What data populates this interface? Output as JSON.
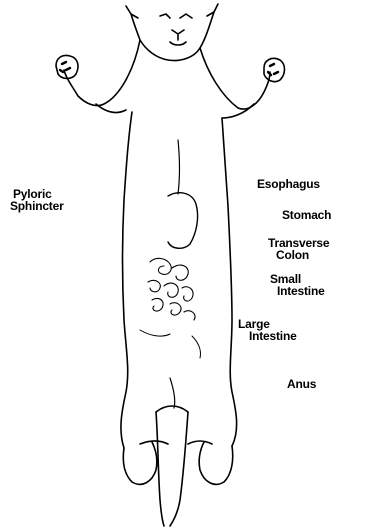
{
  "labels": {
    "pyloric_sphincter": [
      "Pyloric",
      "Sphincter"
    ],
    "esophagus": [
      "Esophagus"
    ],
    "stomach": [
      "Stomach"
    ],
    "transverse_colon": [
      "Transverse",
      "Colon"
    ],
    "small_intestine": [
      "Small",
      "Intestine"
    ],
    "large_intestine": [
      "Large",
      "Intestine"
    ],
    "anus": [
      "Anus"
    ]
  },
  "colors": {
    "ink": "#000000",
    "background": "#ffffff"
  }
}
